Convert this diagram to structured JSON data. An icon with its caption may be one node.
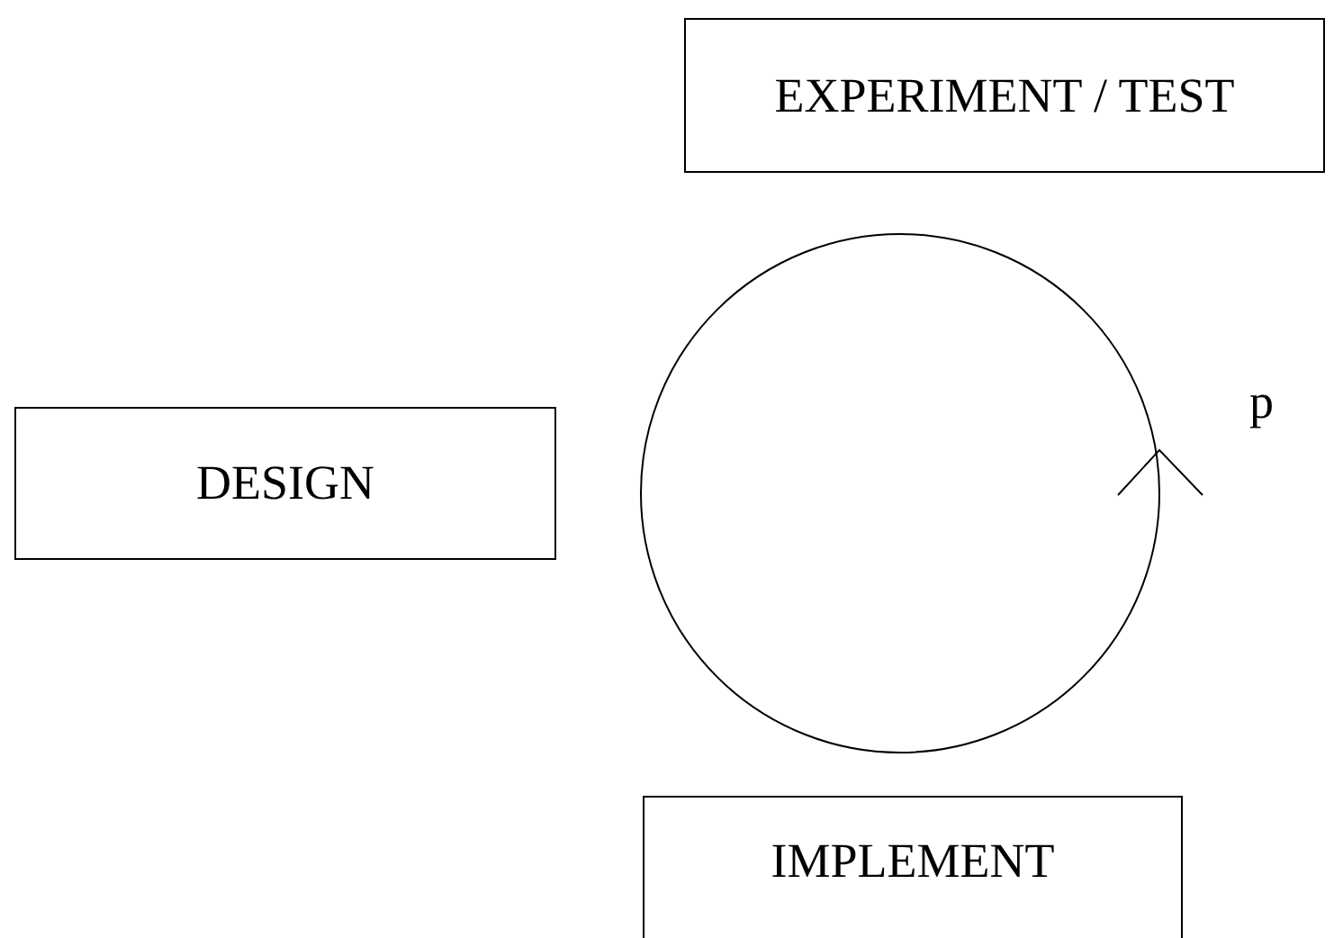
{
  "diagram": {
    "nodes": [
      {
        "text": [
          "EXPERIMENT / TEST"
        ]
      },
      {
        "text": [
          "DESIGN"
        ]
      },
      {
        "text": [
          "IMPLEMENT"
        ]
      }
    ],
    "labels": [
      "p"
    ]
  }
}
